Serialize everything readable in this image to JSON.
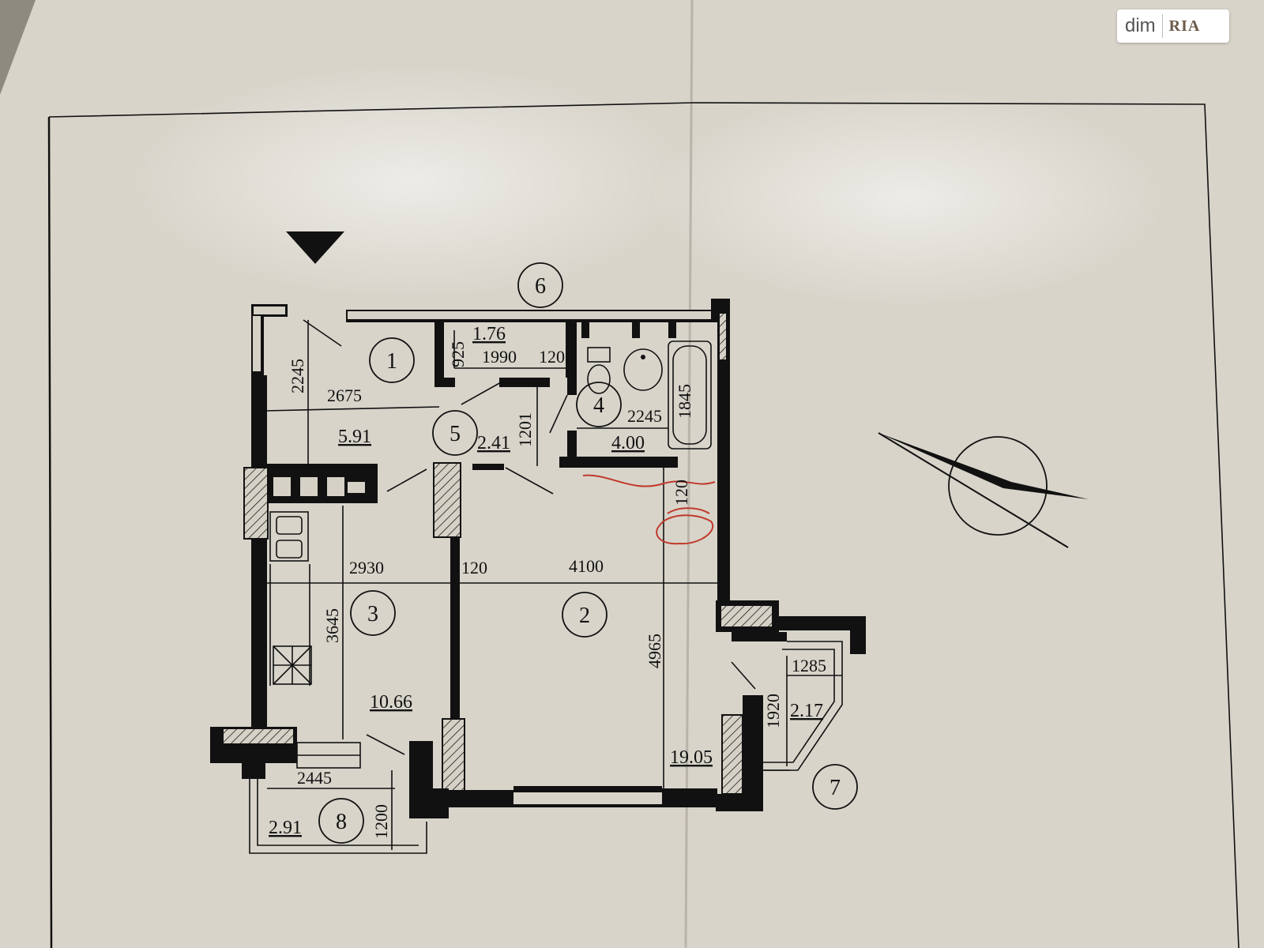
{
  "watermark": {
    "left": "dim",
    "right": "RIA"
  },
  "rooms": [
    {
      "id": "1",
      "area": "5.91"
    },
    {
      "id": "2",
      "area": "19.05"
    },
    {
      "id": "3",
      "area": "10.66"
    },
    {
      "id": "4",
      "area": "4.00"
    },
    {
      "id": "5",
      "area": "2.41"
    },
    {
      "id": "6",
      "area": "1.76"
    },
    {
      "id": "7",
      "area": "2.17"
    },
    {
      "id": "8",
      "area": "2.91"
    }
  ],
  "dimensions": [
    "2245",
    "2675",
    "925",
    "1990",
    "120",
    "1201",
    "2245",
    "1845",
    "120",
    "2930",
    "120",
    "4100",
    "3645",
    "4965",
    "1285",
    "1920",
    "2445",
    "1200"
  ],
  "colors": {
    "paper": "#d9d5cb",
    "ink": "#111111",
    "pen": "#c0392b"
  }
}
